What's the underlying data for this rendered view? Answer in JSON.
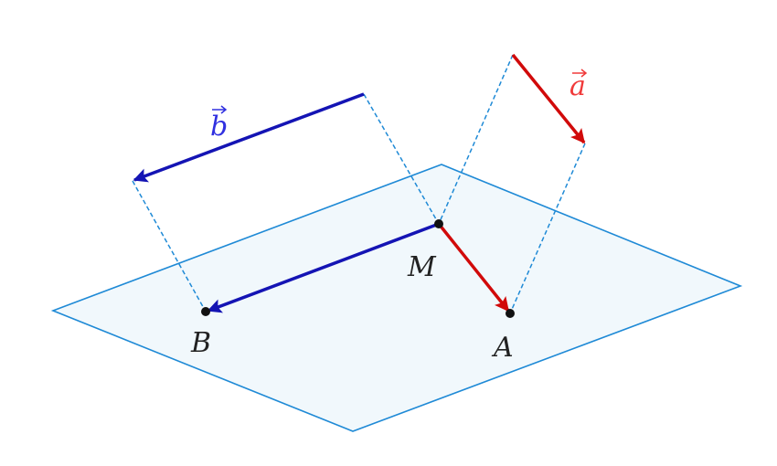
{
  "labels": {
    "vector_a": "a",
    "vector_b": "b",
    "point_M": "M",
    "point_A": "A",
    "point_B": "B"
  },
  "colors": {
    "plane_fill": "#f1f8fc",
    "plane_stroke": "#1f8ad6",
    "vector_a": "#d10a0a",
    "vector_a_label": "#f03a3a",
    "vector_b": "#1414b4",
    "vector_b_label": "#3030e0",
    "dashed": "#1f8ad6",
    "point": "#111111"
  }
}
